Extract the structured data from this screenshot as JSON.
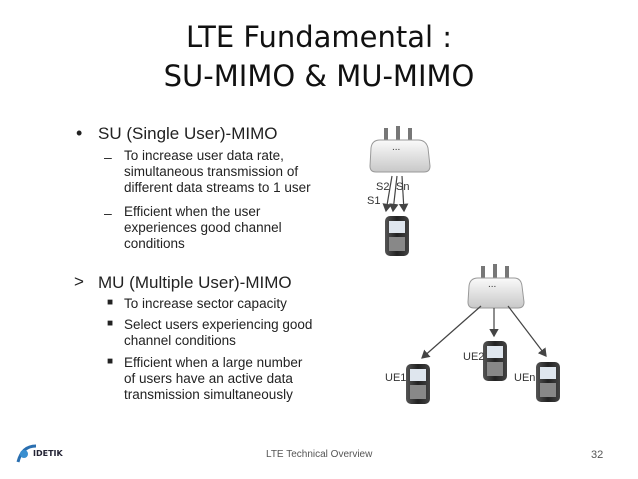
{
  "slide": {
    "title_line1": "LTE Fundamental :",
    "title_line2": "SU-MIMO & MU-MIMO"
  },
  "su": {
    "heading": "SU (Single User)-MIMO",
    "items": [
      [
        "To increase user data rate,",
        "simultaneous transmission of",
        "different data streams to 1 user"
      ],
      [
        "Efficient when the user",
        "experiences good channel",
        "conditions"
      ]
    ]
  },
  "mu": {
    "heading": "MU (Multiple User)-MIMO",
    "items": [
      [
        "To increase sector capacity"
      ],
      [
        "Select users experiencing good",
        "channel conditions"
      ],
      [
        "Efficient when a large number",
        "of users have an active data",
        "transmission simultaneously"
      ]
    ]
  },
  "diagram": {
    "su_labels": {
      "s1": "S1",
      "s2": "S2",
      "sn": "Sn"
    },
    "mu_labels": {
      "ue1": "UE1",
      "ue2": "UE2",
      "uen": "UEn"
    },
    "antenna_label": "..."
  },
  "footer": {
    "center": "LTE Technical Overview",
    "page": "32",
    "logo_text": "IDETIK"
  },
  "colors": {
    "arrow": "#444444",
    "device": "#2a2a2a",
    "screen": "#dfe6ee"
  }
}
